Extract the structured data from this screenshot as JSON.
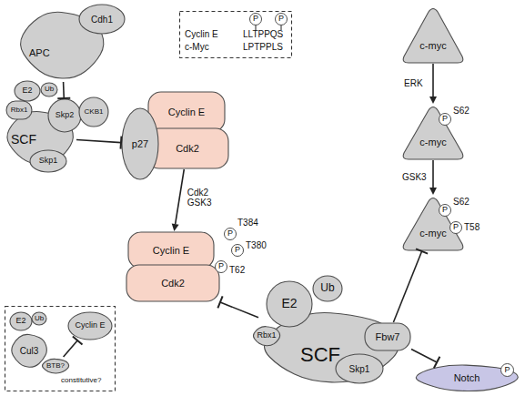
{
  "diagram": {
    "nodes": [
      {
        "text": [
          "Cdh1"
        ]
      },
      {
        "text": [
          "APC"
        ]
      },
      {
        "text": [
          "E2"
        ]
      },
      {
        "text": [
          "Ub"
        ]
      },
      {
        "text": [
          "Rbx1"
        ]
      },
      {
        "text": [
          "SCF"
        ]
      },
      {
        "text": [
          "Skp2"
        ]
      },
      {
        "text": [
          "CKB1"
        ]
      },
      {
        "text": [
          "Skp1"
        ]
      },
      {
        "text": [
          "p27"
        ]
      },
      {
        "text": [
          "Cyclin E"
        ]
      },
      {
        "text": [
          "Cdk2"
        ]
      },
      {
        "text": [
          "Cyclin E",
          "LLTPPQS",
          "c-Myc",
          "LPTPPLS"
        ]
      },
      {
        "text": [
          "P"
        ],
        "in": 12
      },
      {
        "text": [
          "P"
        ],
        "in": 12
      },
      {
        "text": [
          "c-myc"
        ]
      },
      {
        "text": [
          "c-myc"
        ]
      },
      {
        "text": [
          "P"
        ]
      },
      {
        "text": [
          "c-myc"
        ]
      },
      {
        "text": [
          "P"
        ]
      },
      {
        "text": [
          "P"
        ]
      },
      {
        "text": [
          "Cyclin E"
        ]
      },
      {
        "text": [
          "Cdk2"
        ]
      },
      {
        "text": [
          "P"
        ]
      },
      {
        "text": [
          "P"
        ]
      },
      {
        "text": [
          "P"
        ]
      },
      {
        "text": [
          "E2"
        ]
      },
      {
        "text": [
          "Ub"
        ]
      },
      {
        "text": [
          "Rbx1"
        ]
      },
      {
        "text": [
          "SCF"
        ]
      },
      {
        "text": [
          "Fbw7"
        ]
      },
      {
        "text": [
          "Skp1"
        ]
      },
      {
        "text": [
          "constitutive?"
        ]
      },
      {
        "text": [
          "E2"
        ],
        "in": 32
      },
      {
        "text": [
          "Ub"
        ],
        "in": 32
      },
      {
        "text": [
          "Cul3"
        ],
        "in": 32
      },
      {
        "text": [
          "BTB?"
        ],
        "in": 32
      },
      {
        "text": [
          "Cyclin E"
        ],
        "in": 32
      },
      {
        "text": [
          "Notch"
        ]
      },
      {
        "text": [
          "P"
        ],
        "in": 38
      }
    ],
    "edges": [
      {
        "from": 1,
        "to": 6,
        "arrow": "to"
      },
      {
        "from": 5,
        "to": 9,
        "arrow": "to"
      },
      {
        "from": 11,
        "to": 21,
        "arrow": "to",
        "label": "Cdk2 GSK3"
      },
      {
        "from": 15,
        "to": 16,
        "arrow": "to",
        "label": "ERK"
      },
      {
        "from": 16,
        "to": 18,
        "arrow": "to",
        "label": "GSK3"
      },
      {
        "from": 29,
        "to": 22,
        "arrow": "to"
      },
      {
        "from": 30,
        "to": 18,
        "arrow": "to"
      },
      {
        "from": 30,
        "to": 38,
        "arrow": "to"
      },
      {
        "from": 36,
        "to": 37,
        "arrow": "to"
      }
    ],
    "labels": [
      "S62",
      "S62",
      "T58",
      "T384",
      "T380",
      "T62"
    ]
  }
}
